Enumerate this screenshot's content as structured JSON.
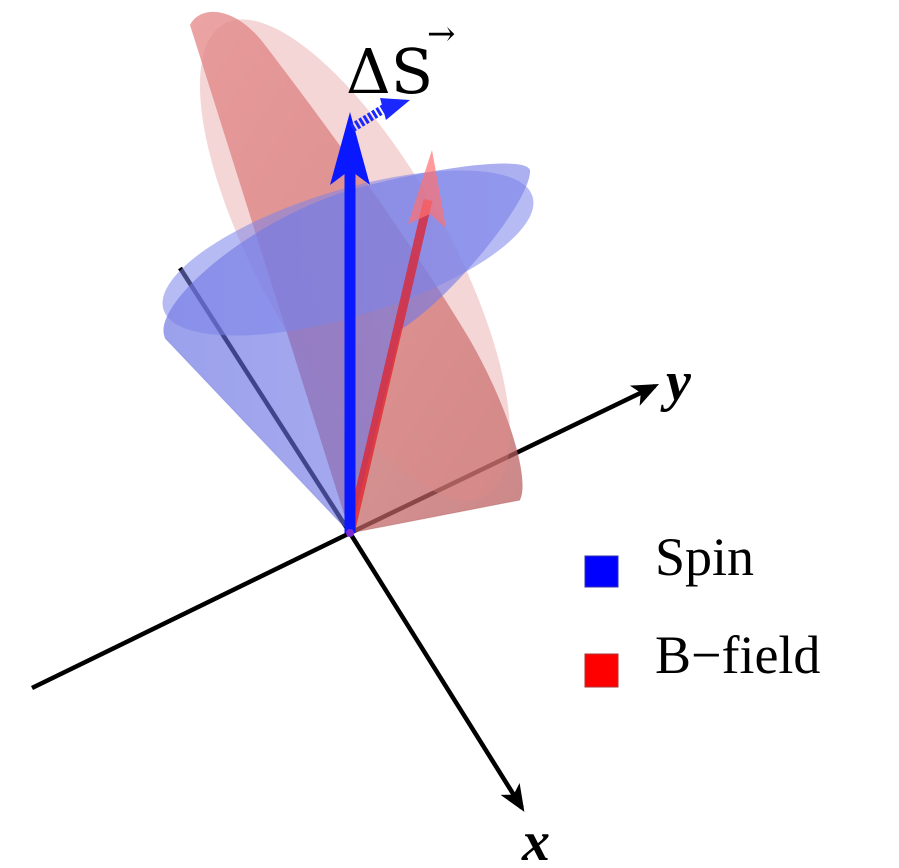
{
  "axes": {
    "x_label": "x",
    "y_label": "y"
  },
  "vector_label": {
    "base": "ΔS",
    "arrow_glyph": "→"
  },
  "legend": {
    "items": [
      {
        "label": "Spin",
        "color": "#0000ff"
      },
      {
        "label": "B−field",
        "color": "#ff0000"
      }
    ]
  },
  "colors": {
    "spin_cone": "#5a64e6",
    "bfield_cone": "#d95f5f",
    "spin_arrow": "#0a18ff",
    "bfield_arrow": "#e0202a",
    "axis": "#000000"
  }
}
